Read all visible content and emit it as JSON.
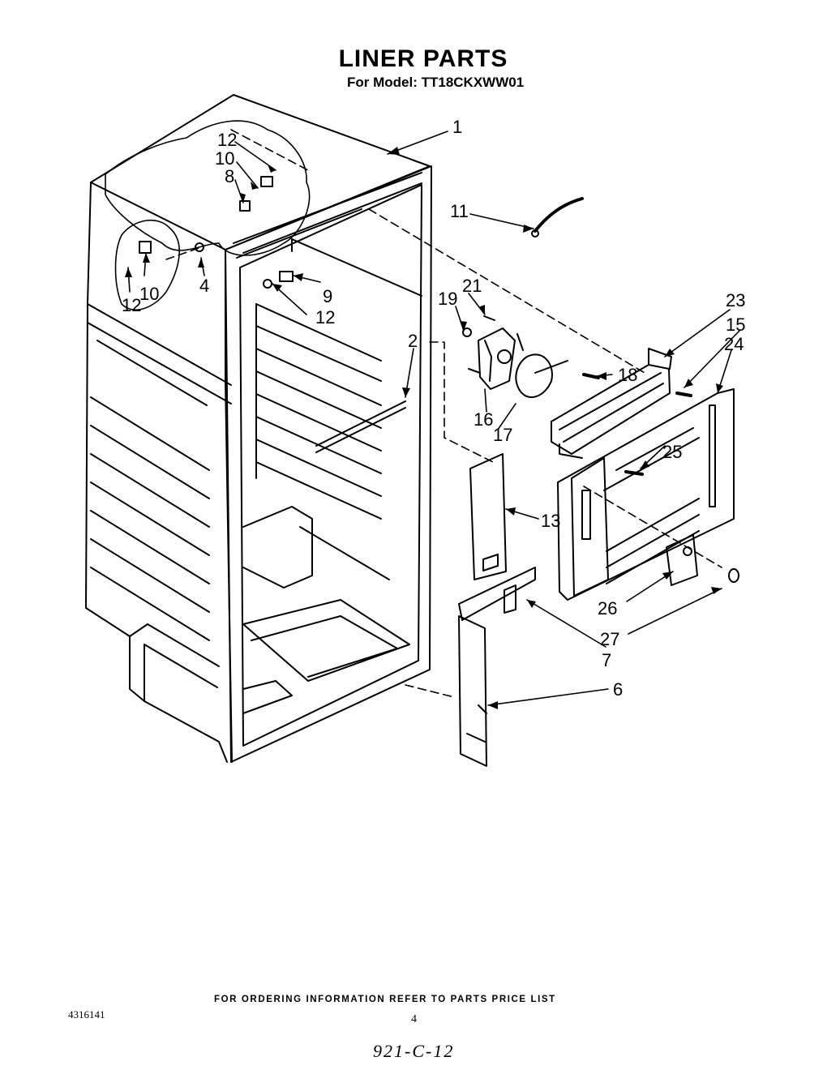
{
  "header": {
    "title": "LINER PARTS",
    "model": "For Model: TT18CKXWW01"
  },
  "callouts": [
    {
      "id": "1",
      "label": "1"
    },
    {
      "id": "2",
      "label": "2"
    },
    {
      "id": "4",
      "label": "4"
    },
    {
      "id": "6",
      "label": "6"
    },
    {
      "id": "7",
      "label": "7"
    },
    {
      "id": "8",
      "label": "8"
    },
    {
      "id": "9",
      "label": "9"
    },
    {
      "id": "10a",
      "label": "10"
    },
    {
      "id": "10b",
      "label": "10"
    },
    {
      "id": "11",
      "label": "11"
    },
    {
      "id": "12a",
      "label": "12"
    },
    {
      "id": "12b",
      "label": "12"
    },
    {
      "id": "12c",
      "label": "12"
    },
    {
      "id": "13",
      "label": "13"
    },
    {
      "id": "15",
      "label": "15"
    },
    {
      "id": "16",
      "label": "16"
    },
    {
      "id": "17",
      "label": "17"
    },
    {
      "id": "18",
      "label": "18"
    },
    {
      "id": "19",
      "label": "19"
    },
    {
      "id": "21",
      "label": "21"
    },
    {
      "id": "23",
      "label": "23"
    },
    {
      "id": "24",
      "label": "24"
    },
    {
      "id": "25",
      "label": "25"
    },
    {
      "id": "26",
      "label": "26"
    },
    {
      "id": "27",
      "label": "27"
    }
  ],
  "footer": {
    "ordering": "FOR ORDERING INFORMATION REFER TO PARTS PRICE LIST",
    "doc_number": "4316141",
    "page_number": "4",
    "handwritten": "921-C-12"
  }
}
